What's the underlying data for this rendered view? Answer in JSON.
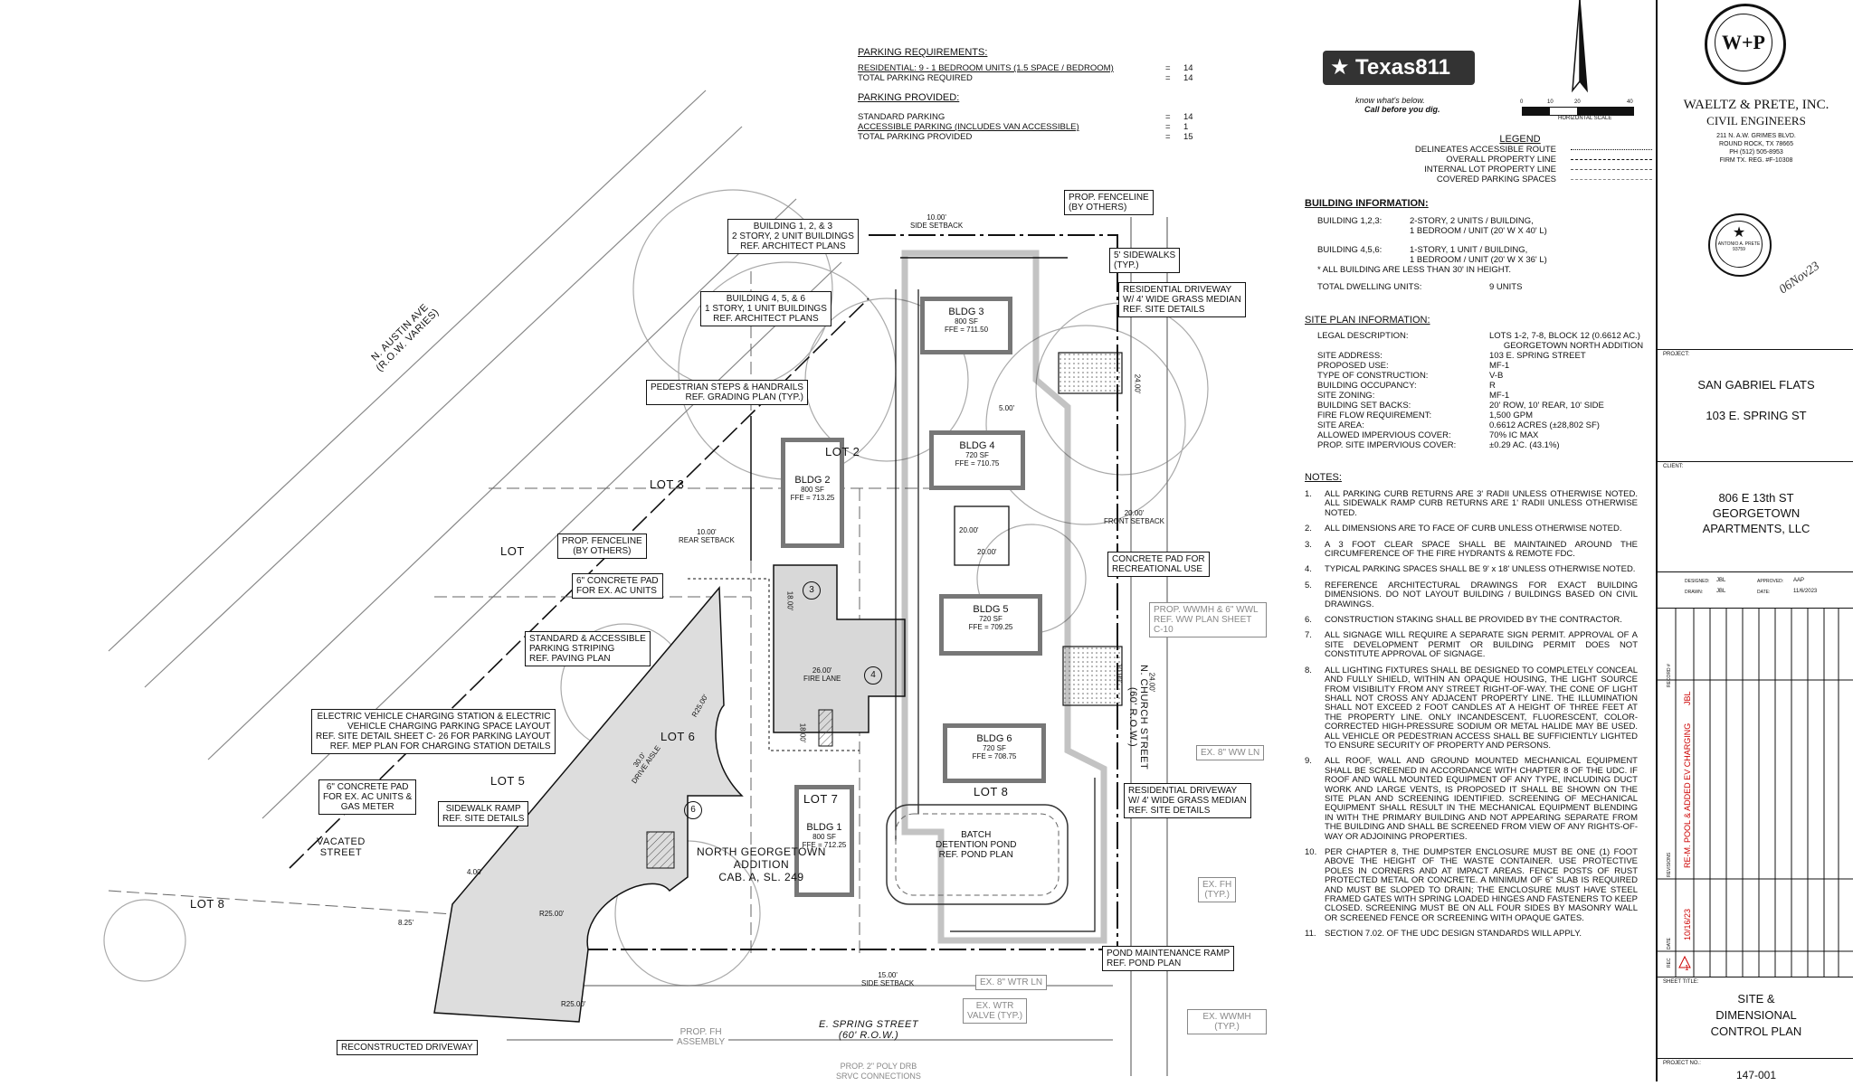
{
  "parking": {
    "req_title": "PARKING REQUIREMENTS:",
    "req_rows": [
      {
        "label": "RESIDENTIAL: 9 - 1 BEDROOM UNITS (1.5 SPACE / BEDROOM)",
        "eq": "=",
        "val": "14"
      },
      {
        "label": "TOTAL PARKING REQUIRED",
        "eq": "=",
        "val": "14"
      }
    ],
    "prov_title": "PARKING PROVIDED:",
    "prov_rows": [
      {
        "label": "STANDARD PARKING",
        "eq": "=",
        "val": "14"
      },
      {
        "label": "ACCESSIBLE PARKING (INCLUDES VAN ACCESSIBLE)",
        "eq": "=",
        "val": "1"
      },
      {
        "label": "TOTAL PARKING PROVIDED",
        "eq": "=",
        "val": "15"
      }
    ]
  },
  "texas811": {
    "logo": "Texas811",
    "line1": "know what's below.",
    "line2": "Call before you dig."
  },
  "scale": {
    "ticks": [
      "0",
      "10",
      "20",
      "40"
    ],
    "label": "HORIZONTAL SCALE"
  },
  "legend": {
    "title": "LEGEND",
    "items": [
      {
        "label": "DELINEATES ACCESSIBLE ROUTE"
      },
      {
        "label": "OVERALL PROPERTY LINE"
      },
      {
        "label": "INTERNAL LOT PROPERTY LINE"
      },
      {
        "label": "COVERED PARKING SPACES"
      }
    ]
  },
  "building_info": {
    "title": "BUILDING INFORMATION:",
    "rows": [
      {
        "k": "BUILDING 1,2,3:",
        "v": "2-STORY, 2 UNITS / BUILDING,\n1 BEDROOM / UNIT (20' W X 40' L)"
      },
      {
        "k": "BUILDING 4,5,6:",
        "v": "1-STORY, 1 UNIT / BUILDING,\n1 BEDROOM / UNIT (20' W X 36' L)"
      }
    ],
    "footnote": "* ALL BUILDING ARE LESS THAN 30' IN HEIGHT.",
    "total_k": "TOTAL DWELLING UNITS:",
    "total_v": "9 UNITS"
  },
  "site_info": {
    "title": "SITE PLAN INFORMATION:",
    "rows": [
      {
        "k": "LEGAL DESCRIPTION:",
        "v": "LOTS 1-2, 7-8, BLOCK 12 (0.6612 AC.)\n      GEORGETOWN NORTH ADDITION"
      },
      {
        "k": "SITE ADDRESS:",
        "v": "103 E. SPRING STREET"
      },
      {
        "k": "PROPOSED USE:",
        "v": "MF-1"
      },
      {
        "k": "TYPE OF CONSTRUCTION:",
        "v": "V-B"
      },
      {
        "k": "BUILDING OCCUPANCY:",
        "v": "R"
      },
      {
        "k": "SITE ZONING:",
        "v": "MF-1"
      },
      {
        "k": "BUILDING SET BACKS:",
        "v": "20' ROW, 10' REAR, 10' SIDE"
      },
      {
        "k": "FIRE FLOW REQUIREMENT:",
        "v": "1,500 GPM"
      },
      {
        "k": "SITE AREA:",
        "v": "0.6612 ACRES (±28,802 SF)"
      },
      {
        "k": "ALLOWED IMPERVIOUS COVER:",
        "v": "70% IC MAX"
      },
      {
        "k": "PROP. SITE IMPERVIOUS COVER:",
        "v": "±0.29 AC. (43.1%)"
      }
    ]
  },
  "notes": {
    "title": "NOTES:",
    "items": [
      {
        "n": "1.",
        "t": "ALL PARKING CURB RETURNS ARE 3' RADII UNLESS OTHERWISE NOTED. ALL SIDEWALK RAMP CURB RETURNS ARE 1' RADII UNLESS OTHERWISE NOTED."
      },
      {
        "n": "2.",
        "t": "ALL DIMENSIONS ARE TO FACE OF CURB UNLESS OTHERWISE NOTED."
      },
      {
        "n": "3.",
        "t": "A 3 FOOT CLEAR SPACE SHALL BE MAINTAINED AROUND THE CIRCUMFERENCE OF THE FIRE HYDRANTS & REMOTE FDC."
      },
      {
        "n": "4.",
        "t": "TYPICAL PARKING SPACES SHALL BE 9' x 18' UNLESS OTHERWISE NOTED."
      },
      {
        "n": "5.",
        "t": "REFERENCE ARCHITECTURAL DRAWINGS FOR EXACT BUILDING DIMENSIONS. DO NOT LAYOUT BUILDING / BUILDINGS BASED ON CIVIL DRAWINGS."
      },
      {
        "n": "6.",
        "t": "CONSTRUCTION STAKING SHALL BE PROVIDED BY THE CONTRACTOR."
      },
      {
        "n": "7.",
        "t": "ALL SIGNAGE WILL REQUIRE A SEPARATE SIGN PERMIT. APPROVAL OF A SITE DEVELOPMENT PERMIT OR BUILDING PERMIT DOES NOT CONSTITUTE APPROVAL OF SIGNAGE."
      },
      {
        "n": "8.",
        "t": "ALL LIGHTING FIXTURES SHALL BE DESIGNED TO COMPLETELY CONCEAL AND FULLY SHIELD, WITHIN AN OPAQUE HOUSING, THE LIGHT SOURCE FROM VISIBILITY FROM ANY STREET RIGHT-OF-WAY. THE CONE OF LIGHT SHALL NOT CROSS ANY ADJACENT PROPERTY LINE. THE ILLUMINATION SHALL NOT EXCEED 2 FOOT CANDLES AT A HEIGHT OF THREE FEET AT THE PROPERTY LINE. ONLY INCANDESCENT, FLUORESCENT, COLOR-CORRECTED HIGH-PRESSURE SODIUM OR METAL HALIDE MAY BE USED. ALL VEHICLE OR PEDESTRIAN ACCESS SHALL BE SUFFICIENTLY LIGHTED TO ENSURE SECURITY OF PROPERTY AND PERSONS."
      },
      {
        "n": "9.",
        "t": "ALL ROOF, WALL AND GROUND MOUNTED MECHANICAL EQUIPMENT SHALL BE SCREENED IN ACCORDANCE WITH CHAPTER 8 OF THE UDC. IF ROOF AND WALL MOUNTED EQUIPMENT OF ANY TYPE, INCLUDING DUCT WORK AND LARGE VENTS, IS PROPOSED IT SHALL BE SHOWN ON THE SITE PLAN AND SCREENING IDENTIFIED. SCREENING OF MECHANICAL EQUIPMENT SHALL RESULT IN THE MECHANICAL EQUIPMENT BLENDING IN WITH THE PRIMARY BUILDING AND NOT APPEARING SEPARATE FROM THE BUILDING AND SHALL BE SCREENED FROM VIEW OF ANY RIGHTS-OF-WAY OR ADJOINING PROPERTIES."
      },
      {
        "n": "10.",
        "t": "PER CHAPTER 8, THE DUMPSTER ENCLOSURE MUST BE ONE (1) FOOT ABOVE THE HEIGHT OF THE WASTE CONTAINER. USE PROTECTIVE POLES IN CORNERS AND AT IMPACT AREAS. FENCE POSTS OF RUST PROTECTED METAL OR CONCRETE. A MINIMUM OF 6\" SLAB IS REQUIRED AND MUST BE SLOPED TO DRAIN; THE ENCLOSURE MUST HAVE STEEL FRAMED GATES WITH SPRING LOADED HINGES AND FASTENERS TO KEEP CLOSED. SCREENING MUST BE ON ALL FOUR SIDES BY MASONRY WALL OR SCREENED FENCE OR SCREENING WITH OPAQUE GATES."
      },
      {
        "n": "11.",
        "t": "SECTION 7.02. OF THE UDC DESIGN STANDARDS WILL APPLY."
      }
    ]
  },
  "title_block": {
    "logo": "W+P",
    "firm": "WAELTZ & PRETE, INC.",
    "firm2": "CIVIL ENGINEERS",
    "address": [
      "211 N. A.W. GRIMES BLVD.",
      "ROUND ROCK, TX 78665",
      "PH (512) 505-8953",
      "FIRM TX. REG. #F-10308"
    ],
    "seal_name": "ANTONIO A. PRETE",
    "seal_num": "93759",
    "signature": "06Nov23",
    "project_label": "PROJECT:",
    "project": "SAN GABRIEL FLATS",
    "project_addr": "103 E. SPRING ST",
    "client_label": "CLIENT:",
    "client": [
      "806 E 13th ST",
      "GEORGETOWN",
      "APARTMENTS, LLC"
    ],
    "designed_label": "DESIGNED:",
    "designed": "JBL",
    "drawn_label": "DRAWN:",
    "drawn": "JBL",
    "approved_label": "APPROVED:",
    "approved": "AAP",
    "date_label": "DATE:",
    "date": "11/6/2023",
    "record_label": "RECORD #",
    "rev_record": "1",
    "rev_by": "JBL",
    "rev_desc": "RE-M. POOL & ADDED EV CHARGING",
    "rev_date": "10/16/23",
    "revisions_label": "REVISIONS",
    "rec_col": "REC",
    "date_col": "DATE",
    "sheet_title_label": "SHEET TITLE:",
    "sheet_title": [
      "SITE &",
      "DIMENSIONAL",
      "CONTROL PLAN"
    ],
    "project_no_label": "PROJECT NO.:",
    "project_no": "147-001"
  },
  "plan": {
    "streets": {
      "austin": "N. AUSTIN AVE\n(R.O.W. VARIES)",
      "church": "N. CHURCH STREET\n(60' R.O.W.)",
      "spring": "E. SPRING STREET\n(60' R.O.W.)",
      "vacated": "VACATED\nSTREET"
    },
    "lots": [
      {
        "id": "lot-3",
        "label": "LOT 3"
      },
      {
        "id": "lot-a",
        "label": "LOT"
      },
      {
        "id": "lot-2",
        "label": "LOT 2"
      },
      {
        "id": "lot-6",
        "label": "LOT 6"
      },
      {
        "id": "lot-5",
        "label": "LOT 5"
      },
      {
        "id": "lot-8",
        "label": "LOT 8"
      },
      {
        "id": "lot-7",
        "label": "LOT 7"
      },
      {
        "id": "lot-8w",
        "label": "LOT 8"
      }
    ],
    "addition": "NORTH GEORGETOWN\nADDITION\nCAB. A, SL. 249",
    "buildings": [
      {
        "id": "bldg-1",
        "name": "BLDG 1",
        "sf": "800 SF",
        "ffe": "FFE = 712.25"
      },
      {
        "id": "bldg-2",
        "name": "BLDG 2",
        "sf": "800 SF",
        "ffe": "FFE = 713.25"
      },
      {
        "id": "bldg-3",
        "name": "BLDG 3",
        "sf": "800 SF",
        "ffe": "FFE = 711.50"
      },
      {
        "id": "bldg-4",
        "name": "BLDG 4",
        "sf": "720 SF",
        "ffe": "FFE = 710.75"
      },
      {
        "id": "bldg-5",
        "name": "BLDG 5",
        "sf": "720 SF",
        "ffe": "FFE = 709.25"
      },
      {
        "id": "bldg-6",
        "name": "BLDG 6",
        "sf": "720 SF",
        "ffe": "FFE = 708.75"
      }
    ],
    "callouts": [
      {
        "id": "c1",
        "t": "BUILDING 1, 2, & 3\n2 STORY, 2 UNIT BUILDINGS\nREF. ARCHITECT PLANS"
      },
      {
        "id": "c2",
        "t": "BUILDING 4, 5, & 6\n1 STORY, 1 UNIT BUILDINGS\nREF. ARCHITECT PLANS"
      },
      {
        "id": "c3",
        "t": "PROP. FENCELINE\n(BY OTHERS)"
      },
      {
        "id": "c4",
        "t": "5' SIDEWALKS\n(TYP.)"
      },
      {
        "id": "c5",
        "t": "RESIDENTIAL DRIVEWAY\nW/ 4' WIDE GRASS MEDIAN\nREF. SITE DETAILS"
      },
      {
        "id": "c6",
        "t": "PEDESTRIAN STEPS & HANDRAILS\nREF. GRADING PLAN (TYP.)"
      },
      {
        "id": "c7",
        "t": "PROP. FENCELINE\n(BY OTHERS)"
      },
      {
        "id": "c8",
        "t": "6\" CONCRETE PAD\nFOR EX. AC UNITS"
      },
      {
        "id": "c9",
        "t": "STANDARD & ACCESSIBLE\nPARKING STRIPING\nREF. PAVING PLAN"
      },
      {
        "id": "c10",
        "t": "CONCRETE PAD FOR\nRECREATIONAL USE"
      },
      {
        "id": "c11",
        "t": "ELECTRIC VEHICLE CHARGING STATION & ELECTRIC\nVEHICLE CHARGING PARKING SPACE LAYOUT\nREF. SITE DETAIL SHEET C- 26 FOR PARKING LAYOUT\nREF. MEP PLAN FOR CHARGING STATION DETAILS"
      },
      {
        "id": "c12",
        "t": "6\" CONCRETE PAD\nFOR EX. AC UNITS &\nGAS METER"
      },
      {
        "id": "c13",
        "t": "SIDEWALK RAMP\nREF. SITE DETAILS"
      },
      {
        "id": "c14",
        "t": "RESIDENTIAL DRIVEWAY\nW/ 4' WIDE GRASS MEDIAN\nREF. SITE DETAILS"
      },
      {
        "id": "c15",
        "t": "BATCH\nDETENTION POND\nREF. POND PLAN"
      },
      {
        "id": "c16",
        "t": "POND MAINTENANCE RAMP\nREF. POND PLAN"
      },
      {
        "id": "c17",
        "t": "RECONSTRUCTED DRIVEWAY"
      }
    ],
    "gray_callouts": [
      {
        "id": "g1",
        "t": "PROP. WWMH & 6\" WWL\nREF. WW PLAN SHEET C-10"
      },
      {
        "id": "g2",
        "t": "EX. 8\" WW LN"
      },
      {
        "id": "g3",
        "t": "EX. FH\n(TYP.)"
      },
      {
        "id": "g4",
        "t": "EX. 8\" WTR LN"
      },
      {
        "id": "g5",
        "t": "EX. WTR\nVALVE (TYP.)"
      },
      {
        "id": "g6",
        "t": "EX. WWMH (TYP.)"
      },
      {
        "id": "g7",
        "t": "PROP. FH\nASSEMBLY"
      },
      {
        "id": "g8",
        "t": "PROP. 2\" POLY DRB\nSRVC CONNECTIONS"
      }
    ],
    "dims": [
      {
        "id": "d1",
        "t": "10.00'\nSIDE SETBACK"
      },
      {
        "id": "d2",
        "t": "10.00'\nREAR SETBACK"
      },
      {
        "id": "d3",
        "t": "20.00'\nFRONT SETBACK"
      },
      {
        "id": "d4",
        "t": "15.00'\nSIDE SETBACK"
      },
      {
        "id": "d5",
        "t": "5.00'"
      },
      {
        "id": "d6",
        "t": "20.00'"
      },
      {
        "id": "d7",
        "t": "20.00'"
      },
      {
        "id": "d8",
        "t": "26.00'\nFIRE LANE"
      },
      {
        "id": "d9",
        "t": "30.0'\nDRIVE AISLE"
      },
      {
        "id": "d10",
        "t": "R25.00'"
      },
      {
        "id": "d11",
        "t": "R25.00'"
      },
      {
        "id": "d12",
        "t": "R25.00'"
      },
      {
        "id": "d13",
        "t": "8.25'"
      },
      {
        "id": "d14",
        "t": "4.00'"
      },
      {
        "id": "d15",
        "t": "24.00'"
      },
      {
        "id": "d16",
        "t": "24.00'"
      },
      {
        "id": "d17",
        "t": "10.00'"
      },
      {
        "id": "d18",
        "t": "18.00'"
      },
      {
        "id": "d19",
        "t": "18.00'"
      }
    ],
    "stalls": [
      "3",
      "4",
      "6"
    ]
  }
}
